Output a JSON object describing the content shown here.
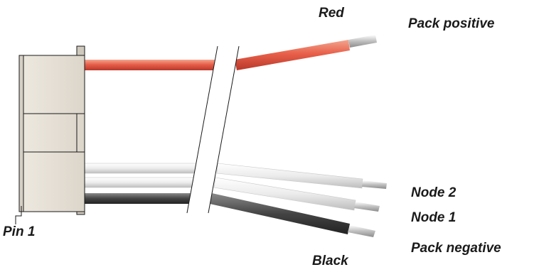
{
  "diagram": {
    "labels": {
      "red": "Red",
      "pack_positive": "Pack positive",
      "node2": "Node 2",
      "node1": "Node 1",
      "pack_negative": "Pack negative",
      "black": "Black",
      "pin1": "Pin 1"
    },
    "colors": {
      "connector_body": "#e6e0d6",
      "connector_outline": "#1a1a1a",
      "red_wire": "#e8604a",
      "white_wire": "#e6e6e6",
      "black_wire": "#4a4a4a",
      "conductor": "#b8b8b8",
      "label_text": "#1a1a1a"
    }
  }
}
